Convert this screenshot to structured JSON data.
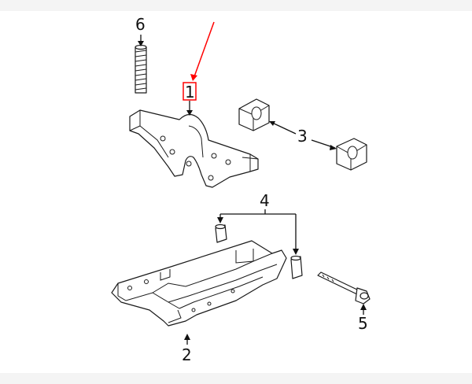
{
  "diagram": {
    "callouts": [
      {
        "id": "1",
        "label": "1"
      },
      {
        "id": "2",
        "label": "2"
      },
      {
        "id": "3",
        "label": "3"
      },
      {
        "id": "4",
        "label": "4"
      },
      {
        "id": "5",
        "label": "5"
      },
      {
        "id": "6",
        "label": "6"
      }
    ],
    "colors": {
      "background": "#f4f4f4",
      "sheet": "#ffffff",
      "ink": "#1a1a1a",
      "highlight": "#ff0000"
    },
    "highlighted_callout": "1"
  }
}
